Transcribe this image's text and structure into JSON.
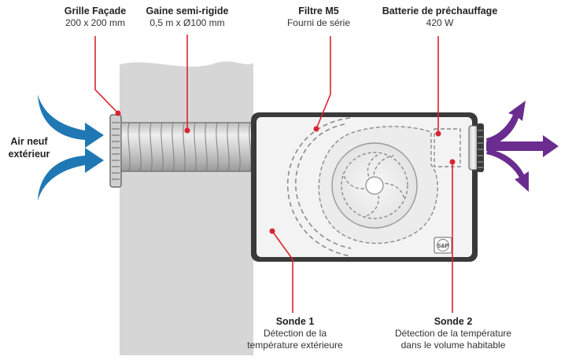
{
  "labels": {
    "grille": {
      "title": "Grille Façade",
      "sub": "200 x 200 mm"
    },
    "gaine": {
      "title": "Gaine semi-rigide",
      "sub": "0,5 m x Ø100 mm"
    },
    "filtre": {
      "title": "Filtre M5",
      "sub": "Fourni de série"
    },
    "batterie": {
      "title": "Batterie de préchauffage",
      "sub": "420 W"
    },
    "air": {
      "line1": "Air neuf",
      "line2": "extérieur"
    },
    "sonde1": {
      "title": "Sonde 1",
      "sub1": "Détection de la",
      "sub2": "température extérieure"
    },
    "sonde2": {
      "title": "Sonde 2",
      "sub1": "Détection de la température",
      "sub2": "dans le volume habitable"
    }
  },
  "brand_badge": "S&P",
  "colors": {
    "leader": "#d9232e",
    "inlet_arrow": "#1f78b4",
    "outlet_arrow": "#6a2c8f",
    "wall": "#d8d8d8",
    "unit_fill": "#f2f2f2"
  }
}
